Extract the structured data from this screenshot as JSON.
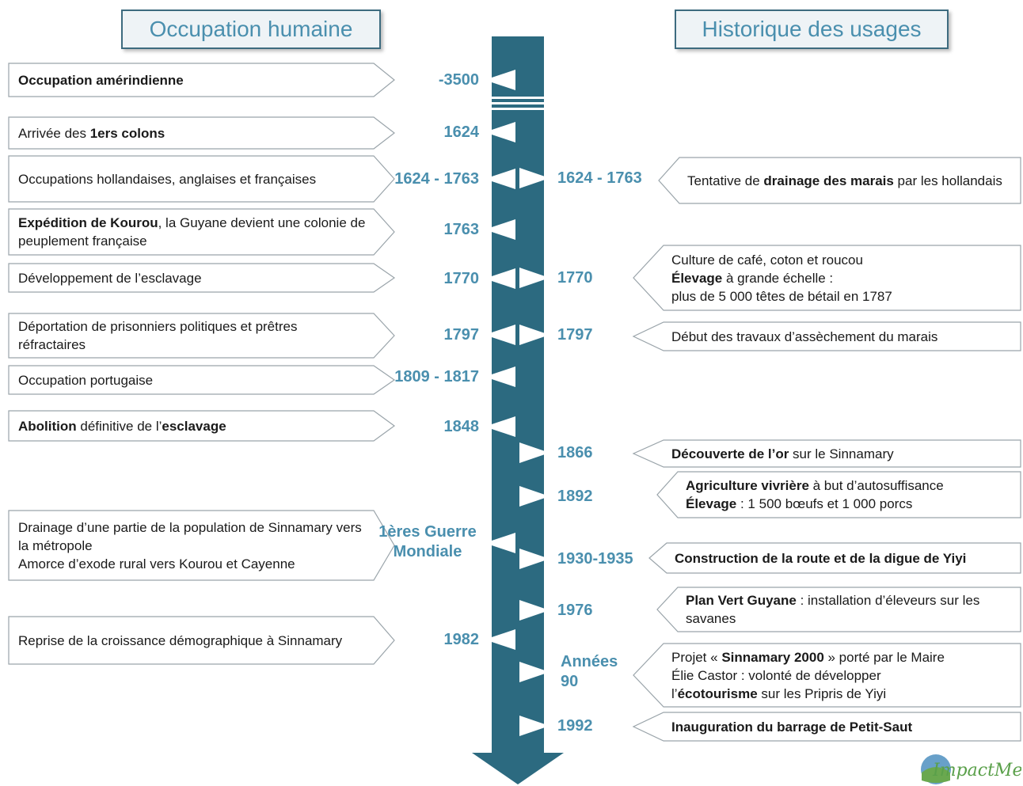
{
  "headers": {
    "left": "Occupation humaine",
    "right": "Historique des usages"
  },
  "left_events": [
    {
      "date": "-3500",
      "parts": [
        {
          "t": "Occupation amérindienne",
          "b": true
        }
      ]
    },
    {
      "date": "1624",
      "parts": [
        {
          "t": "Arrivée des ",
          "b": false
        },
        {
          "t": "1ers colons",
          "b": true
        }
      ]
    },
    {
      "date": "1624 - 1763",
      "parts": [
        {
          "t": "Occupations hollandaises, anglaises et françaises",
          "b": false
        }
      ]
    },
    {
      "date": "1763",
      "parts": [
        {
          "t": "Expédition de Kourou",
          "b": true
        },
        {
          "t": ", la Guyane devient une colonie de peuplement française",
          "b": false
        }
      ]
    },
    {
      "date": "1770",
      "parts": [
        {
          "t": "Développement de l’esclavage",
          "b": false
        }
      ]
    },
    {
      "date": "1797",
      "parts": [
        {
          "t": "Déportation de prisonniers politiques et prêtres réfractaires",
          "b": false
        }
      ]
    },
    {
      "date": "1809 - 1817",
      "parts": [
        {
          "t": "Occupation portugaise",
          "b": false
        }
      ]
    },
    {
      "date": "1848",
      "parts": [
        {
          "t": "Abolition",
          "b": true
        },
        {
          "t": " définitive de l’",
          "b": false
        },
        {
          "t": "esclavage",
          "b": true
        }
      ]
    },
    {
      "date": "1ères Guerre Mondiale",
      "parts": [
        {
          "t": "Drainage d’une partie de la population de Sinnamary vers la métropole",
          "b": false
        },
        {
          "t": "\nAmorce d’exode rural vers Kourou et Cayenne",
          "b": false
        }
      ]
    },
    {
      "date": "1982",
      "parts": [
        {
          "t": "Reprise de la croissance démographique à Sinnamary",
          "b": false
        }
      ]
    }
  ],
  "right_events": [
    {
      "date": "1624 - 1763",
      "parts": [
        {
          "t": "Tentative de ",
          "b": false
        },
        {
          "t": "drainage des marais",
          "b": true
        },
        {
          "t": " par les hollandais",
          "b": false
        }
      ]
    },
    {
      "date": "1770",
      "parts": [
        {
          "t": "Culture de café, coton et roucou",
          "b": false
        },
        {
          "t": "\nÉlevage",
          "b": true
        },
        {
          "t": " à grande échelle :",
          "b": false
        },
        {
          "t": "\nplus de 5 000 têtes de bétail en 1787",
          "b": false
        }
      ]
    },
    {
      "date": "1797",
      "parts": [
        {
          "t": "Début des travaux d’assèchement du marais",
          "b": false
        }
      ]
    },
    {
      "date": "1866",
      "parts": [
        {
          "t": "Découverte de l’or",
          "b": true
        },
        {
          "t": " sur le Sinnamary",
          "b": false
        }
      ]
    },
    {
      "date": "1892",
      "parts": [
        {
          "t": "Agriculture vivrière",
          "b": true
        },
        {
          "t": " à but d’autosuffisance",
          "b": false
        },
        {
          "t": "\nÉlevage",
          "b": true
        },
        {
          "t": " : 1 500 bœufs et 1 000 porcs",
          "b": false
        }
      ]
    },
    {
      "date": "1930-1935",
      "parts": [
        {
          "t": "Construction de la route et de la digue de Yiyi",
          "b": true
        }
      ]
    },
    {
      "date": "1976",
      "parts": [
        {
          "t": "Plan Vert Guyane",
          "b": true
        },
        {
          "t": " : installation d’éleveurs sur les savanes",
          "b": false
        }
      ]
    },
    {
      "date": "Années 90",
      "parts": [
        {
          "t": "Projet « ",
          "b": false
        },
        {
          "t": "Sinnamary 2000",
          "b": true
        },
        {
          "t": " » porté par le Maire",
          "b": false
        },
        {
          "t": "\nÉlie Castor : volonté de développer",
          "b": false
        },
        {
          "t": "\nl’",
          "b": false
        },
        {
          "t": "écotourisme",
          "b": true
        },
        {
          "t": " sur les Pripris de Yiyi",
          "b": false
        }
      ]
    },
    {
      "date": "1992",
      "parts": [
        {
          "t": "Inauguration du barrage de Petit-Saut",
          "b": true
        }
      ]
    }
  ],
  "logo_text": "ImpactMes",
  "colors": {
    "timeline": "#2c6a80",
    "date": "#4a8fae",
    "header_border": "#3d6b7f",
    "box_border": "#9aa4aa"
  }
}
